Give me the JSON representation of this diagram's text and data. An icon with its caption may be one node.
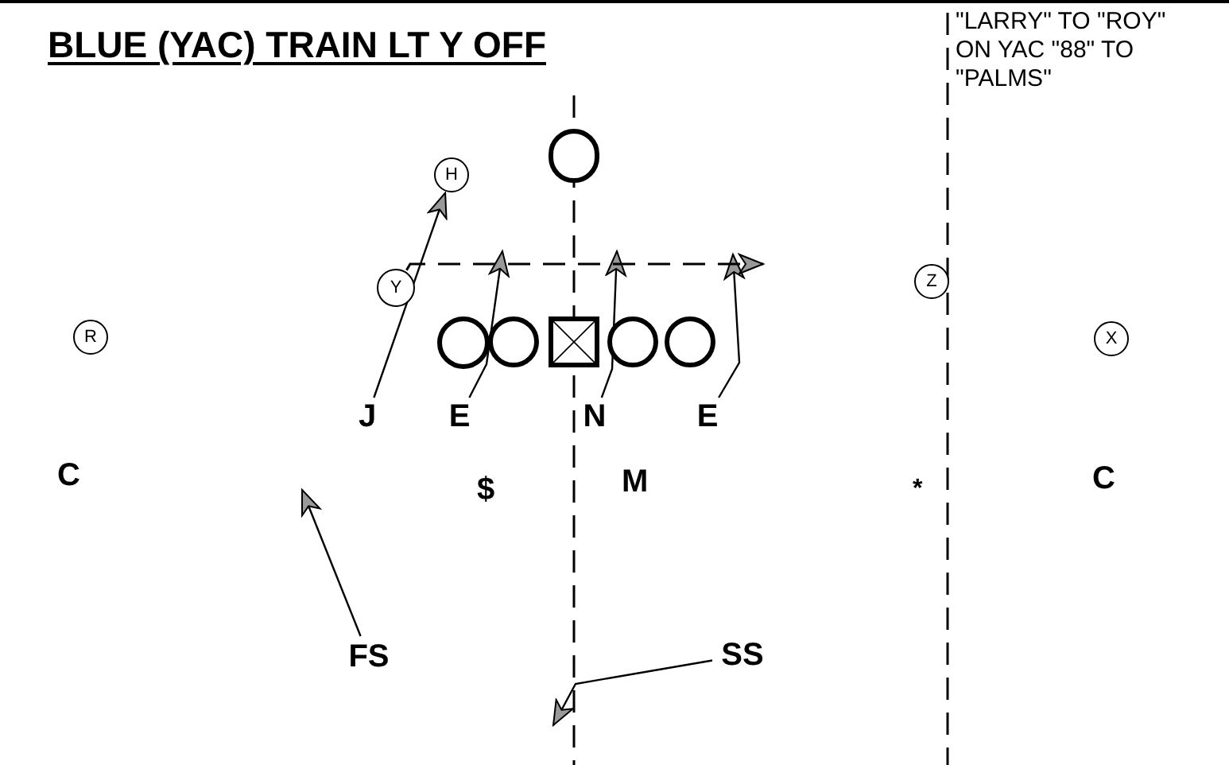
{
  "diagram": {
    "title": "BLUE (YAC) TRAIN LT Y OFF",
    "nodes": [
      {
        "text": [],
        "shape": "circle"
      },
      {
        "text": [
          "H"
        ]
      },
      {
        "text": [
          "Y"
        ]
      },
      {
        "text": [
          "R"
        ]
      },
      {
        "text": [
          "Z"
        ]
      },
      {
        "text": [
          "X"
        ]
      },
      {
        "text": [],
        "shape": "circle"
      },
      {
        "text": [],
        "shape": "circle"
      },
      {
        "text": [],
        "shape": "box"
      },
      {
        "text": [],
        "shape": "circle"
      },
      {
        "text": [],
        "shape": "circle"
      },
      {
        "text": [
          "J"
        ]
      },
      {
        "text": [
          "E"
        ]
      },
      {
        "text": [
          "N"
        ]
      },
      {
        "text": [
          "E"
        ]
      },
      {
        "text": [
          "FS"
        ]
      },
      {
        "text": [
          "SS"
        ]
      }
    ],
    "edges": [
      {
        "from": 11,
        "to": 1,
        "arrow": "to"
      },
      {
        "from": 12,
        "to": null,
        "arrow": "to"
      },
      {
        "from": 13,
        "to": null,
        "arrow": "to"
      },
      {
        "from": 14,
        "to": null,
        "arrow": "to"
      },
      {
        "from": 2,
        "to": null,
        "arrow": "to",
        "style": "dashed"
      },
      {
        "from": 15,
        "to": null,
        "arrow": "to"
      },
      {
        "from": 16,
        "to": null,
        "arrow": "to"
      }
    ],
    "labels": [
      "\"LARRY\" TO \"ROY\" ON YAC \"88\" TO \"PALMS\"",
      "C",
      "$",
      "M",
      "*",
      "C"
    ]
  }
}
